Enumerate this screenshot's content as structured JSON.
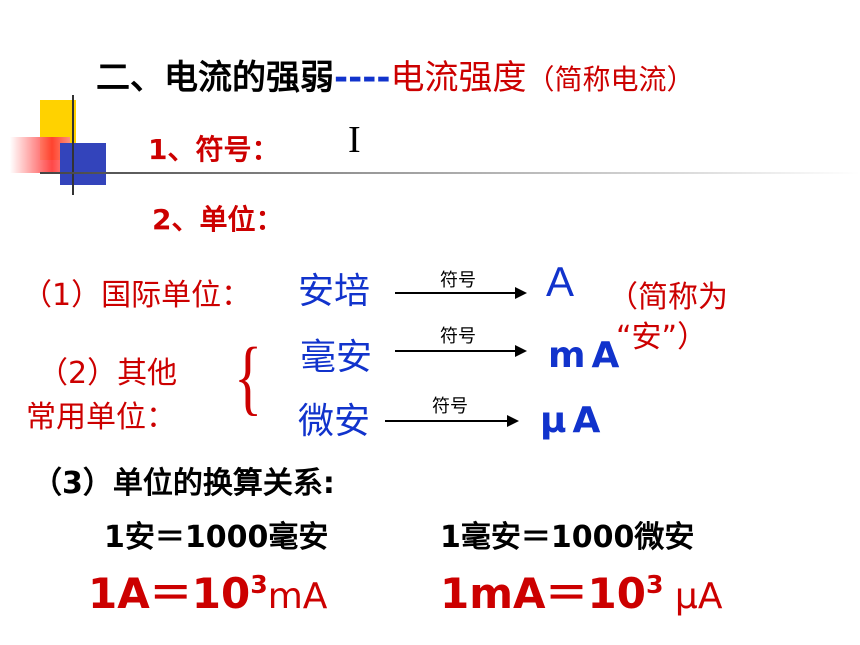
{
  "title": {
    "part1": "二、电流的强弱",
    "dashes": "----",
    "part2": "电流强度",
    "part3": "（简称电流）"
  },
  "item1": {
    "label": "1、符号：",
    "symbol": "I"
  },
  "item2": {
    "label": "2、单位："
  },
  "unit_intl": {
    "label": "（1）国际单位：",
    "name": "安培",
    "arrow_text": "符号",
    "symbol": "A",
    "note_line1": "（简称为",
    "note_line2": "“安”）"
  },
  "unit_other": {
    "label_line1": "（2）其他",
    "label_line2": "常用单位：",
    "brace": "{",
    "milli_name": "毫安",
    "milli_arrow_text": "符号",
    "milli_symbol": "mA",
    "micro_name": "微安",
    "micro_arrow_text": "符号",
    "micro_symbol": "μA"
  },
  "conversion": {
    "label": "（3）单位的换算关系:",
    "eq1": "1安＝1000毫安",
    "eq2": "1毫安＝1000微安",
    "f1_left": "1A",
    "f1_eq": "＝10",
    "f1_exp": "3",
    "f1_unit": "mA",
    "f2_left": "1mA",
    "f2_eq": "＝10",
    "f2_exp": "3",
    "f2_unit": " μA"
  },
  "colors": {
    "red": "#cc0000",
    "blue": "#1133cc",
    "yellow": "#ffd200",
    "deco_blue": "#3344bb"
  }
}
